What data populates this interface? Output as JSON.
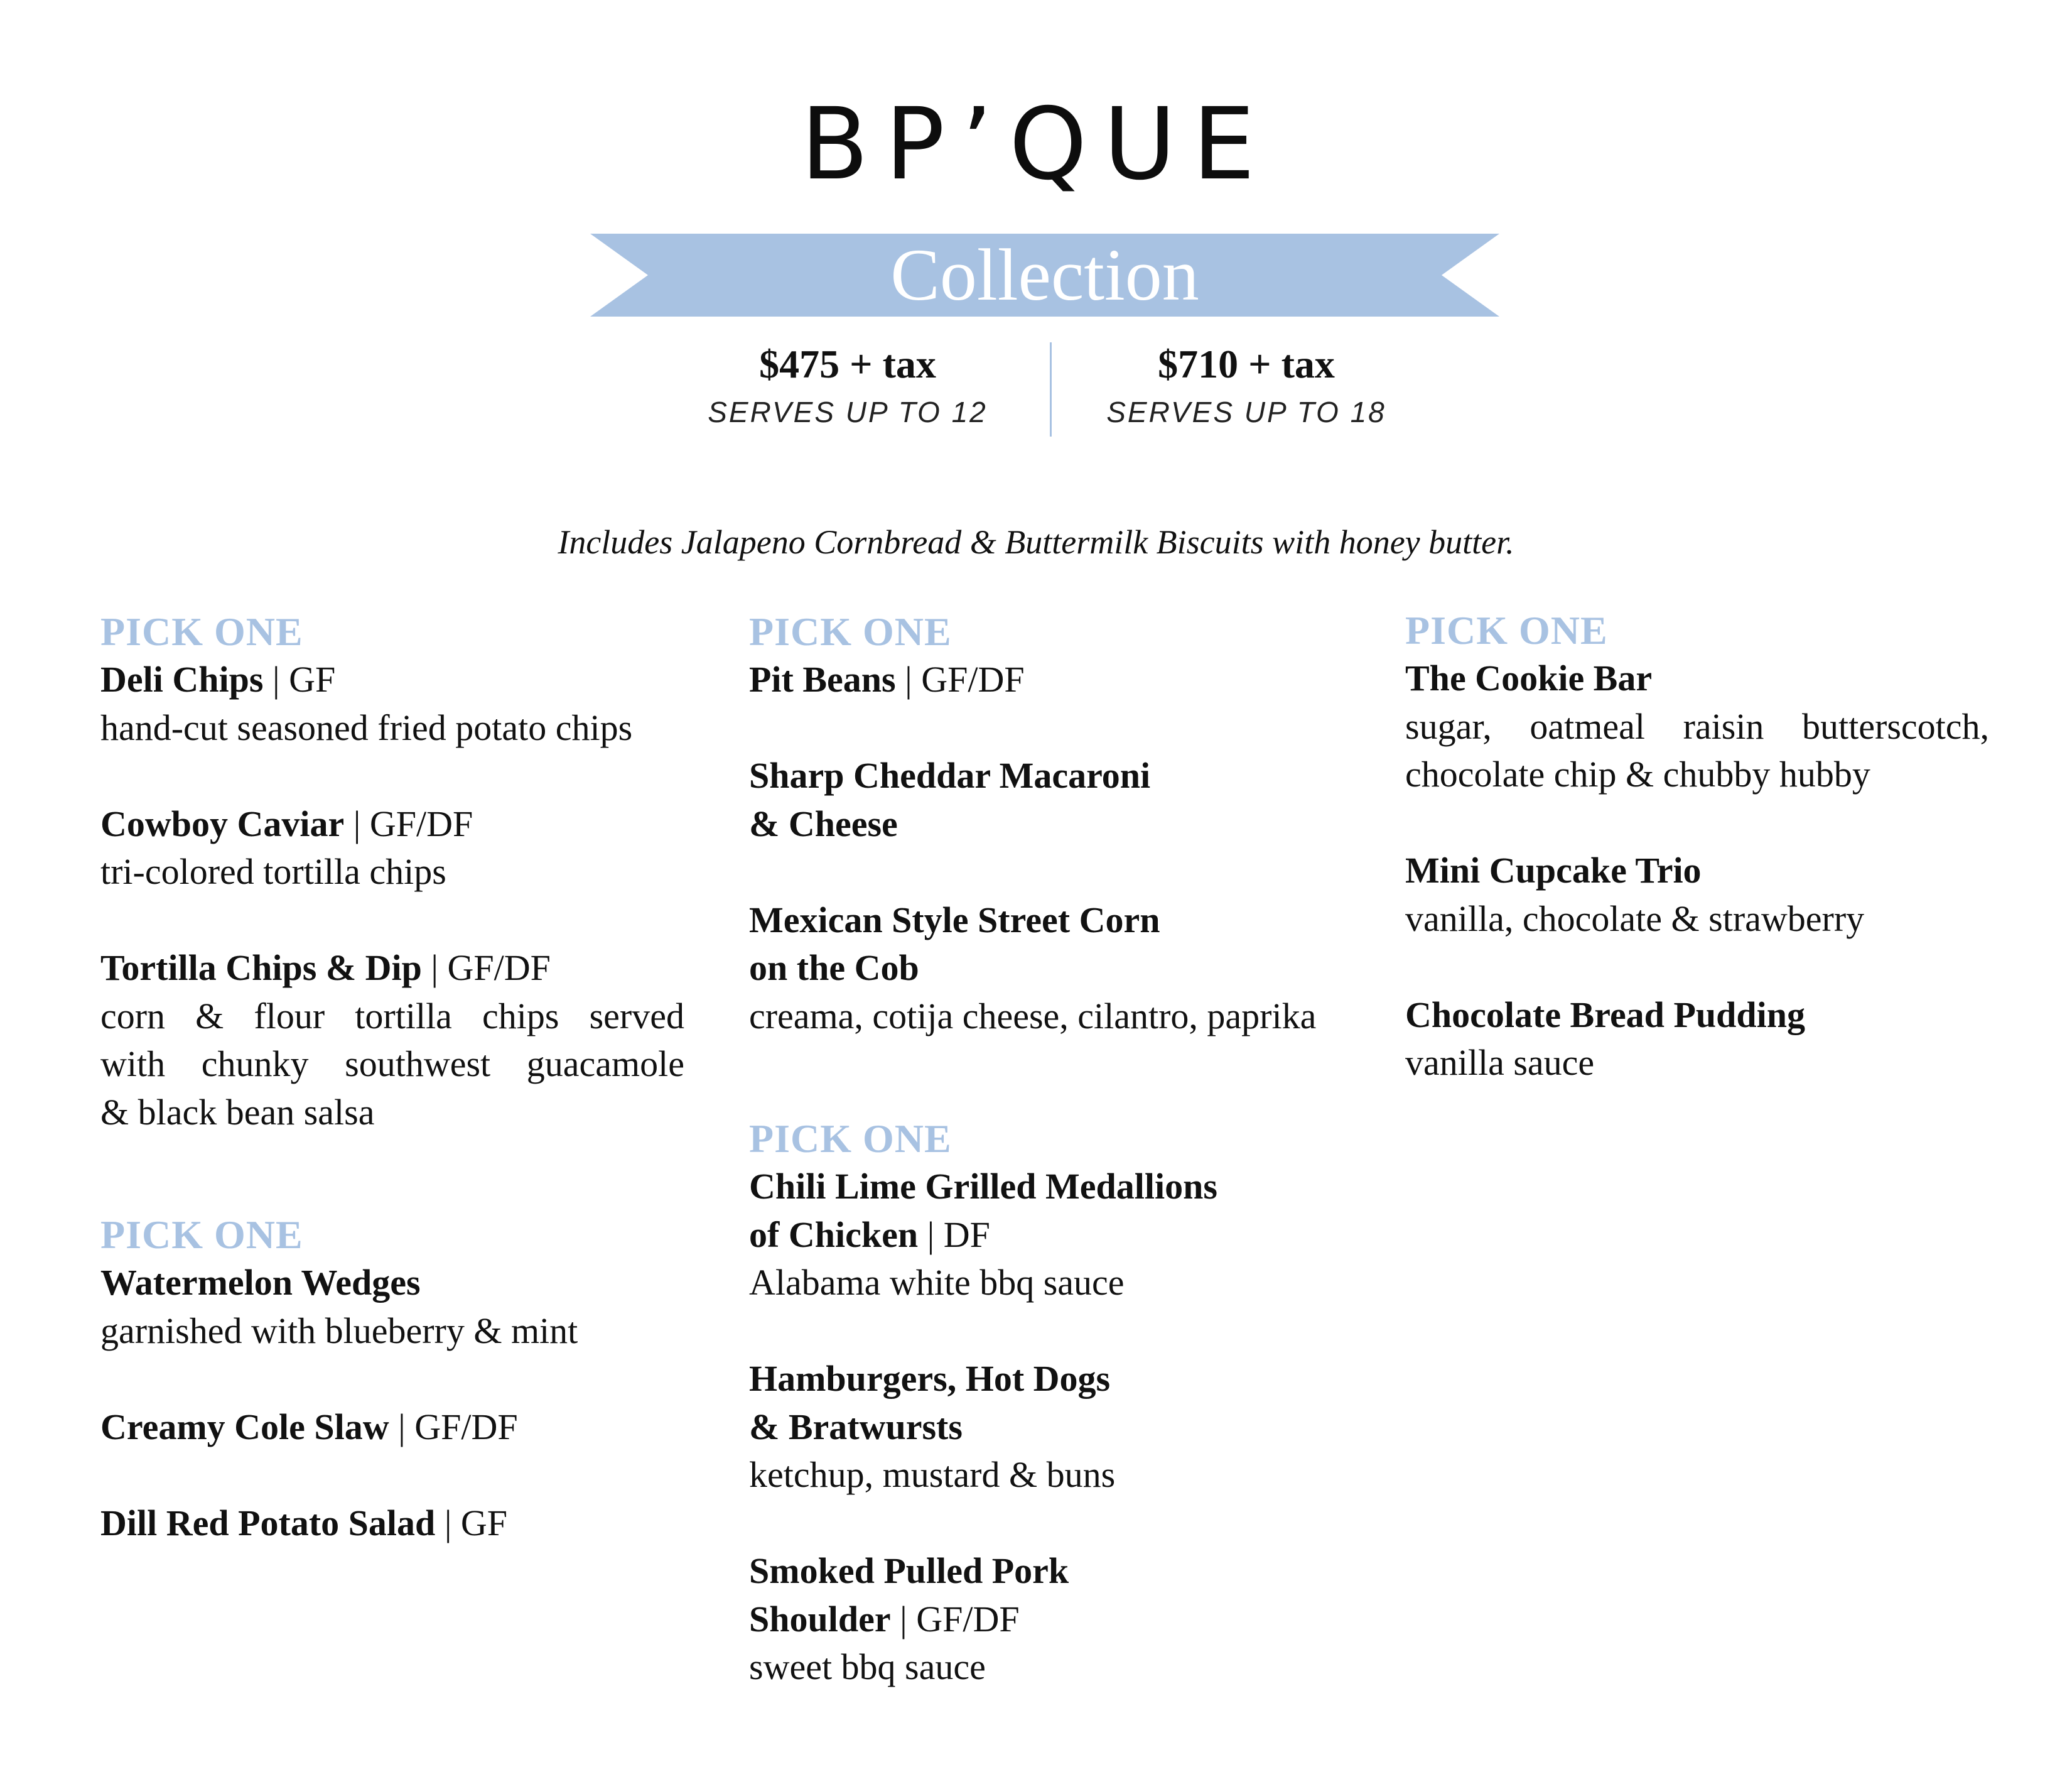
{
  "brand": {
    "logo_text": "BP’QUE"
  },
  "banner": {
    "title": "Collection"
  },
  "pricing": [
    {
      "amount": "$475 + tax",
      "serves": "SERVES UP TO 12"
    },
    {
      "amount": "$710 + tax",
      "serves": "SERVES UP TO 18"
    }
  ],
  "note": "Includes Jalapeno Cornbread & Buttermilk Biscuits with honey butter.",
  "colors": {
    "accent": "#a8c2e2",
    "text": "#111111",
    "background": "#ffffff"
  },
  "sections": {
    "sides_a": {
      "title": "PICK ONE",
      "items": [
        {
          "name": "Deli Chips",
          "tag": " | GF",
          "desc": "hand-cut seasoned fried potato chips"
        },
        {
          "name": "Cowboy Caviar",
          "tag": " | GF/DF",
          "desc": "tri-colored tortilla chips"
        },
        {
          "name": "Tortilla Chips & Dip",
          "tag": " | GF/DF",
          "desc_lines": [
            "corn & flour tortilla chips served",
            "with chunky southwest guacamole",
            "& black bean salsa"
          ]
        }
      ]
    },
    "sides_b": {
      "title": "PICK ONE",
      "items": [
        {
          "name": "Watermelon Wedges",
          "desc": "garnished with blueberry & mint"
        },
        {
          "name": "Creamy Cole Slaw",
          "tag": " | GF/DF"
        },
        {
          "name": "Dill Red Potato Salad",
          "tag": " | GF"
        }
      ]
    },
    "hot_sides": {
      "title": "PICK ONE",
      "items": [
        {
          "name": "Pit Beans",
          "tag": " | GF/DF"
        },
        {
          "name_lines": [
            "Sharp Cheddar Macaroni",
            "& Cheese"
          ]
        },
        {
          "name_lines": [
            "Mexican Style Street Corn",
            "on the Cob"
          ],
          "desc": "creama, cotija cheese, cilantro, paprika"
        }
      ]
    },
    "mains": {
      "title": "PICK ONE",
      "items": [
        {
          "name_lines": [
            "Chili Lime Grilled Medallions",
            "of Chicken"
          ],
          "tag": " | DF",
          "desc": "Alabama white bbq sauce"
        },
        {
          "name_lines": [
            "Hamburgers, Hot Dogs",
            "& Bratwursts"
          ],
          "desc": "ketchup, mustard & buns"
        },
        {
          "name_lines": [
            "Smoked Pulled Pork",
            "Shoulder"
          ],
          "tag": " | GF/DF",
          "desc": "sweet bbq sauce"
        }
      ]
    },
    "desserts": {
      "title": "PICK ONE",
      "items": [
        {
          "name": "The Cookie Bar",
          "desc_lines": [
            "sugar, oatmeal raisin butterscotch,",
            "chocolate chip & chubby hubby"
          ]
        },
        {
          "name": "Mini Cupcake Trio",
          "desc": "vanilla, chocolate & strawberry"
        },
        {
          "name": "Chocolate Bread Pudding",
          "desc": "vanilla sauce"
        }
      ]
    }
  }
}
